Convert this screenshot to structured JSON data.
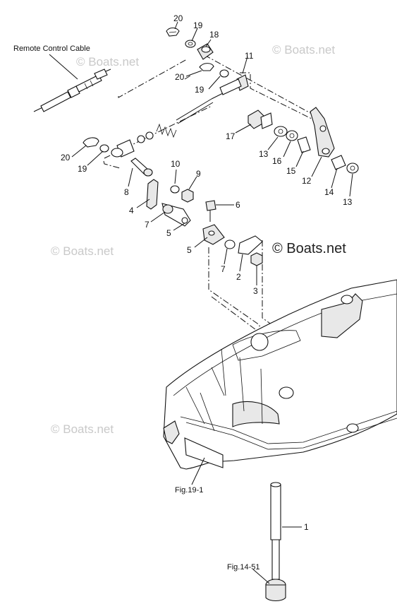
{
  "labels": {
    "remote_control_cable": "Remote Control Cable",
    "fig_19_1": "Fig.19-1",
    "fig_14_51": "Fig.14-51"
  },
  "callouts": {
    "c1": "1",
    "c2": "2",
    "c3": "3",
    "c4": "4",
    "c5a": "5",
    "c5b": "5",
    "c6": "6",
    "c7a": "7",
    "c7b": "7",
    "c8": "8",
    "c9": "9",
    "c10": "10",
    "c11": "11",
    "c12": "12",
    "c13a": "13",
    "c13b": "13",
    "c14": "14",
    "c15": "15",
    "c16": "16",
    "c17": "17",
    "c18": "18",
    "c19a": "19",
    "c19b": "19",
    "c19c": "19",
    "c20a": "20",
    "c20b": "20",
    "c20c": "20"
  },
  "watermarks": {
    "main": "© Boats.net",
    "faint": "© Boats.net"
  }
}
